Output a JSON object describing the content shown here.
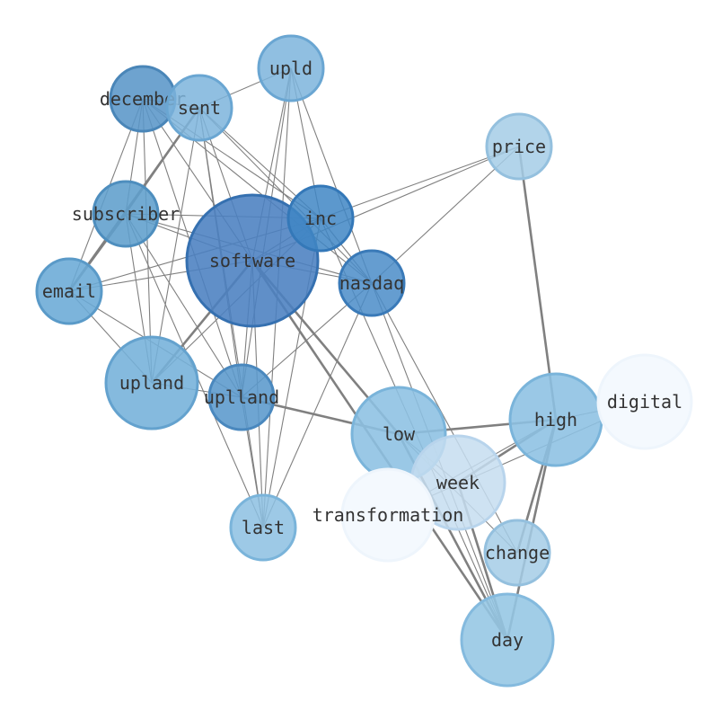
{
  "graph": {
    "nodes": [
      {
        "id": "software",
        "label": "software",
        "fill": "#4a80c0",
        "stroke": "#3570b0",
        "opacity": 0.88
      },
      {
        "id": "inc",
        "label": "inc",
        "fill": "#3f86c4",
        "stroke": "#3478b8",
        "opacity": 0.85
      },
      {
        "id": "nasdaq",
        "label": "nasdaq",
        "fill": "#4a8cc8",
        "stroke": "#3a7ab8",
        "opacity": 0.85
      },
      {
        "id": "december",
        "label": "december",
        "fill": "#5a96c8",
        "stroke": "#4a86b8",
        "opacity": 0.88
      },
      {
        "id": "sent",
        "label": "sent",
        "fill": "#7db4dc",
        "stroke": "#6aa6d2",
        "opacity": 0.85
      },
      {
        "id": "upld",
        "label": "upld",
        "fill": "#7db4dc",
        "stroke": "#6aa6d2",
        "opacity": 0.85
      },
      {
        "id": "subscriber",
        "label": "subscriber",
        "fill": "#5e9ecc",
        "stroke": "#4e8ebe",
        "opacity": 0.88
      },
      {
        "id": "email",
        "label": "email",
        "fill": "#6aaad6",
        "stroke": "#5a9ac8",
        "opacity": 0.88
      },
      {
        "id": "upland",
        "label": "upland",
        "fill": "#74b0da",
        "stroke": "#64a2ce",
        "opacity": 0.88
      },
      {
        "id": "uplland",
        "label": "uplland",
        "fill": "#5a98cc",
        "stroke": "#4a88be",
        "opacity": 0.88
      },
      {
        "id": "last",
        "label": "last",
        "fill": "#8cc0e2",
        "stroke": "#7ab4da",
        "opacity": 0.85
      },
      {
        "id": "price",
        "label": "price",
        "fill": "#a4cce6",
        "stroke": "#94c0de",
        "opacity": 0.85
      },
      {
        "id": "low",
        "label": "low",
        "fill": "#8cc0e2",
        "stroke": "#7ab4da",
        "opacity": 0.88
      },
      {
        "id": "high",
        "label": "high",
        "fill": "#8cc0e2",
        "stroke": "#7ab4da",
        "opacity": 0.88
      },
      {
        "id": "digital",
        "label": "digital",
        "fill": "#f4f9fe",
        "stroke": "#eef5fc",
        "opacity": 1
      },
      {
        "id": "week",
        "label": "week",
        "fill": "#c6ddf0",
        "stroke": "#b8d4ec",
        "opacity": 0.85
      },
      {
        "id": "transformation",
        "label": "transformation",
        "fill": "#f4f9fe",
        "stroke": "#eef5fc",
        "opacity": 1
      },
      {
        "id": "change",
        "label": "change",
        "fill": "#a4cce6",
        "stroke": "#94c0de",
        "opacity": 0.85
      },
      {
        "id": "day",
        "label": "day",
        "fill": "#94c6e4",
        "stroke": "#84bade",
        "opacity": 0.88
      }
    ],
    "edges": [
      [
        "december",
        "sent"
      ],
      [
        "december",
        "subscriber"
      ],
      [
        "december",
        "email"
      ],
      [
        "december",
        "upland"
      ],
      [
        "december",
        "uplland"
      ],
      [
        "december",
        "software"
      ],
      [
        "december",
        "inc"
      ],
      [
        "december",
        "nasdaq"
      ],
      [
        "sent",
        "upld"
      ],
      [
        "sent",
        "subscriber"
      ],
      [
        "sent",
        "email"
      ],
      [
        "sent",
        "upland"
      ],
      [
        "sent",
        "uplland"
      ],
      [
        "sent",
        "software"
      ],
      [
        "sent",
        "inc"
      ],
      [
        "sent",
        "nasdaq"
      ],
      [
        "sent",
        "last"
      ],
      [
        "upld",
        "software"
      ],
      [
        "upld",
        "inc"
      ],
      [
        "upld",
        "nasdaq"
      ],
      [
        "upld",
        "uplland"
      ],
      [
        "upld",
        "last"
      ],
      [
        "subscriber",
        "email"
      ],
      [
        "subscriber",
        "upland"
      ],
      [
        "subscriber",
        "uplland"
      ],
      [
        "subscriber",
        "software"
      ],
      [
        "subscriber",
        "inc"
      ],
      [
        "subscriber",
        "nasdaq"
      ],
      [
        "subscriber",
        "last"
      ],
      [
        "email",
        "upland"
      ],
      [
        "email",
        "uplland"
      ],
      [
        "email",
        "software"
      ],
      [
        "email",
        "inc"
      ],
      [
        "upland",
        "uplland"
      ],
      [
        "upland",
        "software"
      ],
      [
        "upland",
        "inc"
      ],
      [
        "uplland",
        "software"
      ],
      [
        "uplland",
        "nasdaq"
      ],
      [
        "uplland",
        "last"
      ],
      [
        "uplland",
        "low"
      ],
      [
        "software",
        "inc"
      ],
      [
        "software",
        "nasdaq"
      ],
      [
        "software",
        "price"
      ],
      [
        "software",
        "low"
      ],
      [
        "software",
        "last"
      ],
      [
        "software",
        "day"
      ],
      [
        "inc",
        "nasdaq"
      ],
      [
        "inc",
        "price"
      ],
      [
        "inc",
        "last"
      ],
      [
        "inc",
        "day"
      ],
      [
        "nasdaq",
        "price"
      ],
      [
        "nasdaq",
        "last"
      ],
      [
        "nasdaq",
        "day"
      ],
      [
        "nasdaq",
        "change"
      ],
      [
        "price",
        "high"
      ],
      [
        "low",
        "high"
      ],
      [
        "low",
        "week"
      ],
      [
        "low",
        "day"
      ],
      [
        "low",
        "change"
      ],
      [
        "high",
        "week"
      ],
      [
        "high",
        "digital"
      ],
      [
        "high",
        "transformation"
      ],
      [
        "high",
        "day"
      ],
      [
        "high",
        "change"
      ],
      [
        "week",
        "day"
      ],
      [
        "digital",
        "transformation"
      ]
    ]
  }
}
